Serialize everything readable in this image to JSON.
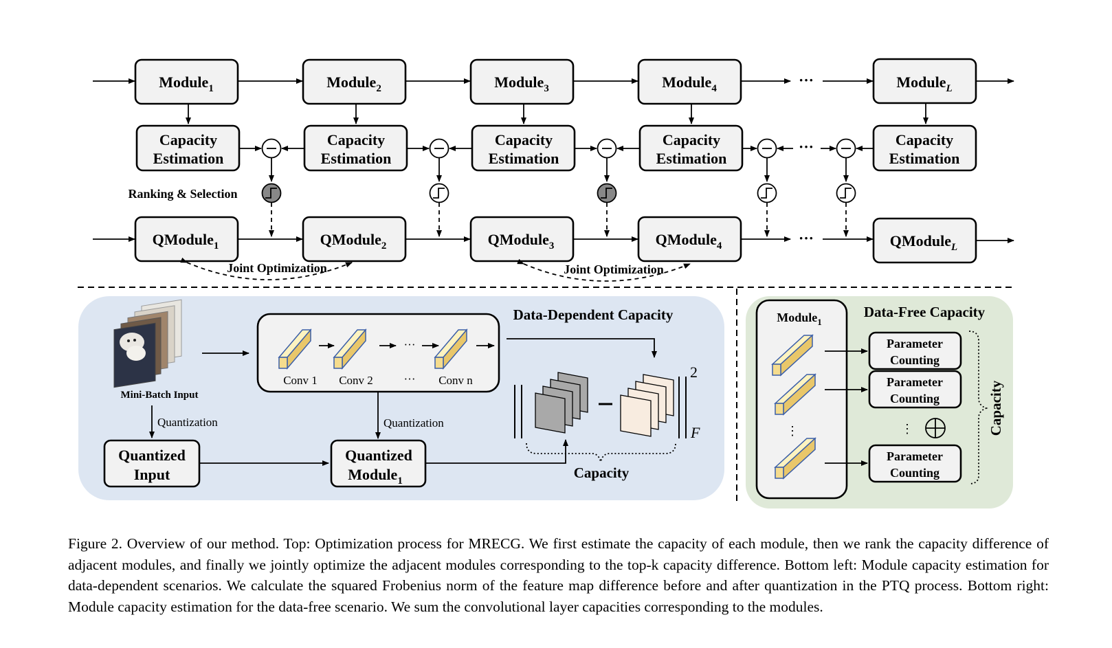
{
  "top": {
    "modules": [
      "Module",
      "Module",
      "Module",
      "Module",
      "Module"
    ],
    "module_subs": [
      "1",
      "2",
      "3",
      "4",
      "L"
    ],
    "capacity_line1": "Capacity",
    "capacity_line2": "Estimation",
    "qmodules": [
      "QModule",
      "QModule",
      "QModule",
      "QModule",
      "QModule"
    ],
    "ranking_label": "Ranking & Selection",
    "joint_label": "Joint  Optimization",
    "ellipsis": "···"
  },
  "bottom_left": {
    "title": "Data-Dependent Capacity",
    "mini_batch_label": "Mini-Batch Input",
    "conv_labels": [
      "Conv 1",
      "Conv 2",
      "···",
      "Conv n"
    ],
    "quantization_label": "Quantization",
    "quantized_input_line1": "Quantized",
    "quantized_input_line2": "Input",
    "quantized_module_line1": "Quantized",
    "quantized_module_line2": "Module",
    "quantized_module_sub": "1",
    "norm_sup": "2",
    "norm_sub": "F",
    "capacity_label": "Capacity"
  },
  "bottom_right": {
    "title": "Data-Free Capacity",
    "module_label": "Module",
    "module_sub": "1",
    "param_line1": "Parameter",
    "param_line2": "Counting",
    "capacity_label": "Capacity"
  },
  "caption": "Figure 2. Overview of our method. Top: Optimization process for MRECG. We first estimate the capacity of each module, then we rank the capacity difference of adjacent modules, and finally we jointly optimize the adjacent modules corresponding to the top-k capacity difference. Bottom left: Module capacity estimation for data-dependent scenarios. We calculate the squared Frobenius norm of the feature map difference before and after quantization in the PTQ process. Bottom right: Module capacity estimation for the data-free scenario. We sum the convolutional layer capacities corresponding to the modules.",
  "colors": {
    "box_fill": "#f2f2f2",
    "left_panel_bg": "#dde6f2",
    "right_panel_bg": "#dfe9d8",
    "conv_top": "#fdf3c0",
    "conv_front": "#f5dc8e",
    "conv_side": "#e9c76a",
    "conv_edge": "#3a5ea8",
    "gray_map": "#a9a9a9",
    "cream_map": "#f8ece0"
  }
}
